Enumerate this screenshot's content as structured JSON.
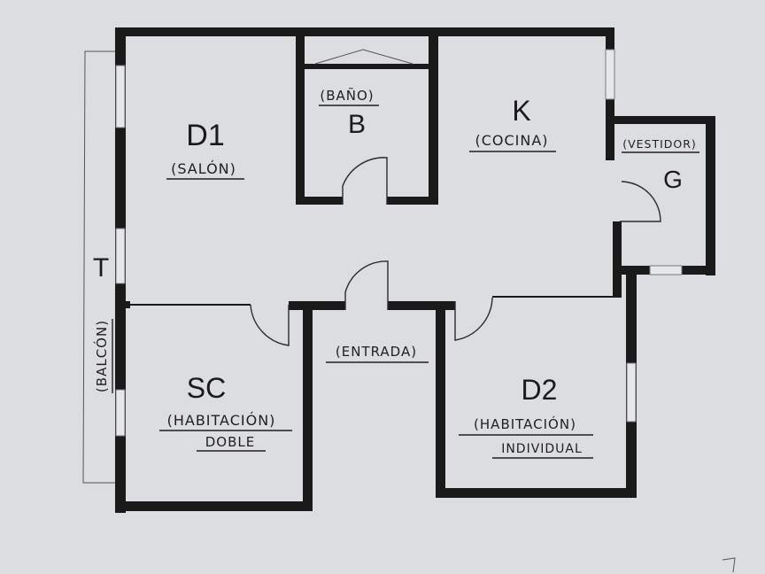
{
  "rooms": [
    {
      "id": "d1",
      "code": "D1",
      "lines": [
        "(SALÓN)"
      ]
    },
    {
      "id": "b",
      "code": "B",
      "lines": [
        "(BAÑO)"
      ]
    },
    {
      "id": "k",
      "code": "K",
      "lines": [
        "(COCINA)"
      ]
    },
    {
      "id": "g",
      "code": "G",
      "lines": [
        "(VESTIDOR)"
      ]
    },
    {
      "id": "t",
      "code": "T",
      "lines": [
        "(BALCÓN)"
      ]
    },
    {
      "id": "sc",
      "code": "SC",
      "lines": [
        "(HABITACIÓN)",
        "DOBLE"
      ]
    },
    {
      "id": "d2",
      "code": "D2",
      "lines": [
        "(HABITACIÓN)",
        "INDIVIDUAL"
      ]
    },
    {
      "id": "entrada",
      "code": "",
      "lines": [
        "(ENTRADA)"
      ]
    }
  ]
}
